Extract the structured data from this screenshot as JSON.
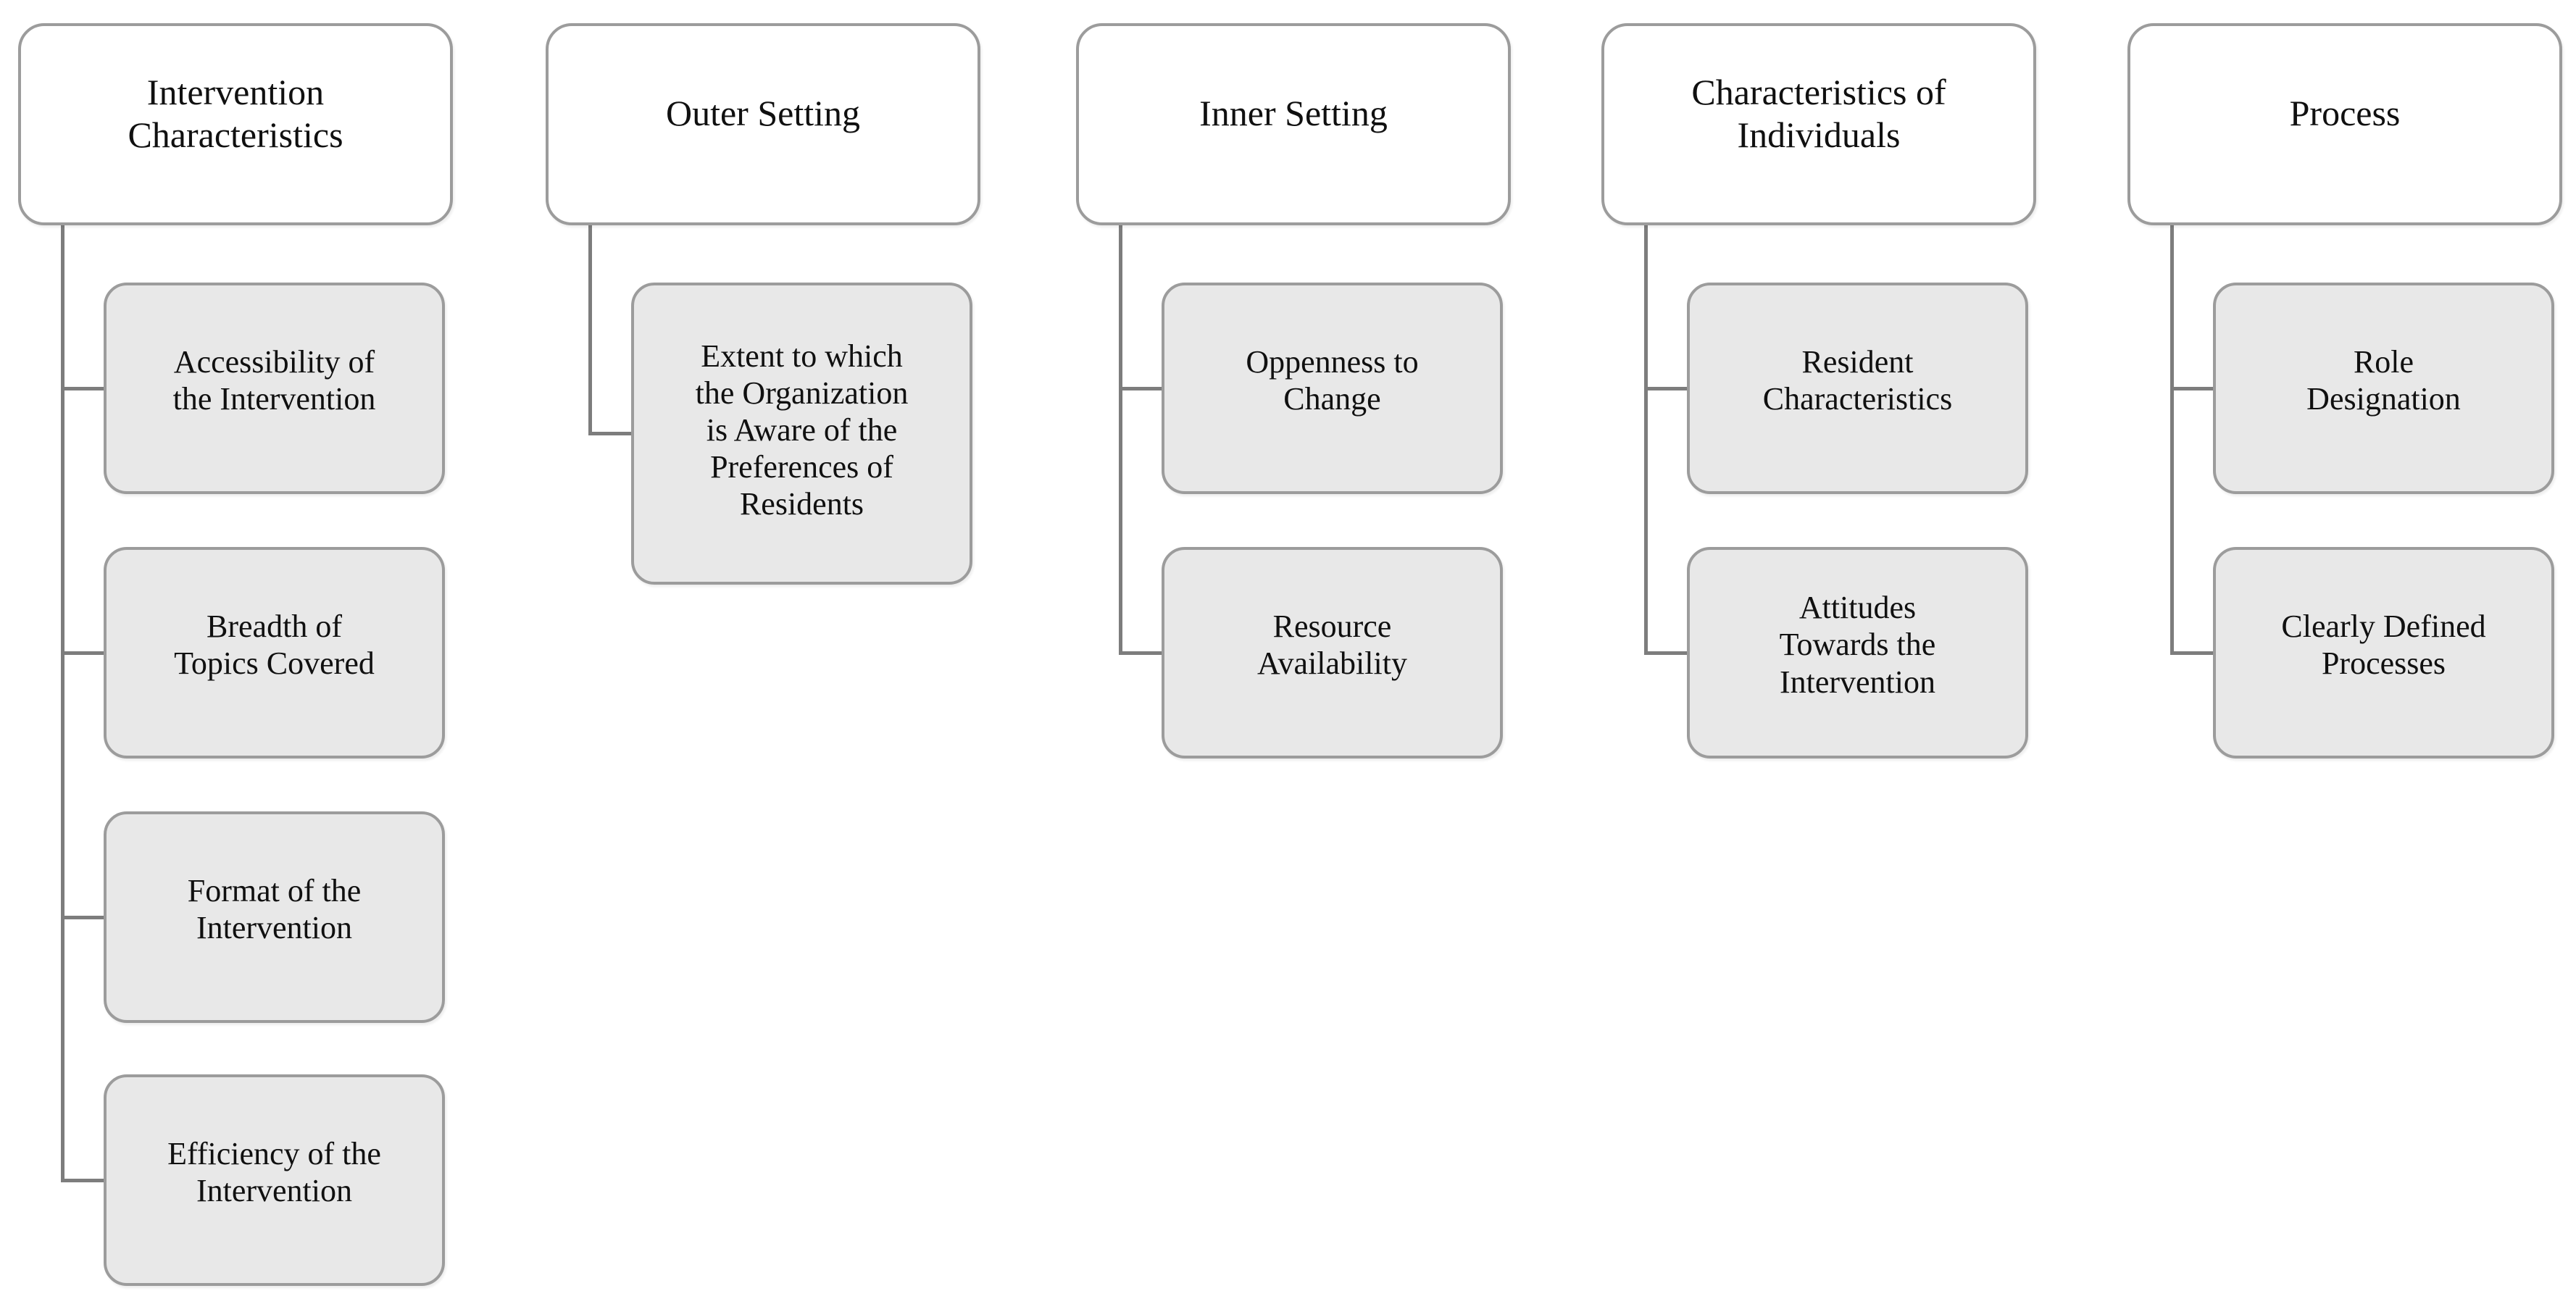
{
  "diagram": {
    "colors": {
      "background": "#ffffff",
      "header_fill": "#ffffff",
      "child_fill": "#e8e8e8",
      "box_border": "#9c9c9c",
      "connector": "#7d7d7d",
      "text": "#101010"
    },
    "columns": [
      {
        "header": "Intervention\nCharacteristics",
        "children": [
          "Accessibility of\nthe Intervention",
          "Breadth of\nTopics Covered",
          "Format of the\nIntervention",
          "Efficiency of the\nIntervention"
        ]
      },
      {
        "header": "Outer Setting",
        "children": [
          "Extent to which\nthe Organization\nis Aware of the\nPreferences of\nResidents"
        ]
      },
      {
        "header": "Inner Setting",
        "children": [
          "Oppenness to\nChange",
          "Resource\nAvailability"
        ]
      },
      {
        "header": "Characteristics of\nIndividuals",
        "children": [
          "Resident\nCharacteristics",
          "Attitudes\nTowards the\nIntervention"
        ]
      },
      {
        "header": "Process",
        "children": [
          "Role\nDesignation",
          "Clearly Defined\nProcesses"
        ]
      }
    ]
  }
}
